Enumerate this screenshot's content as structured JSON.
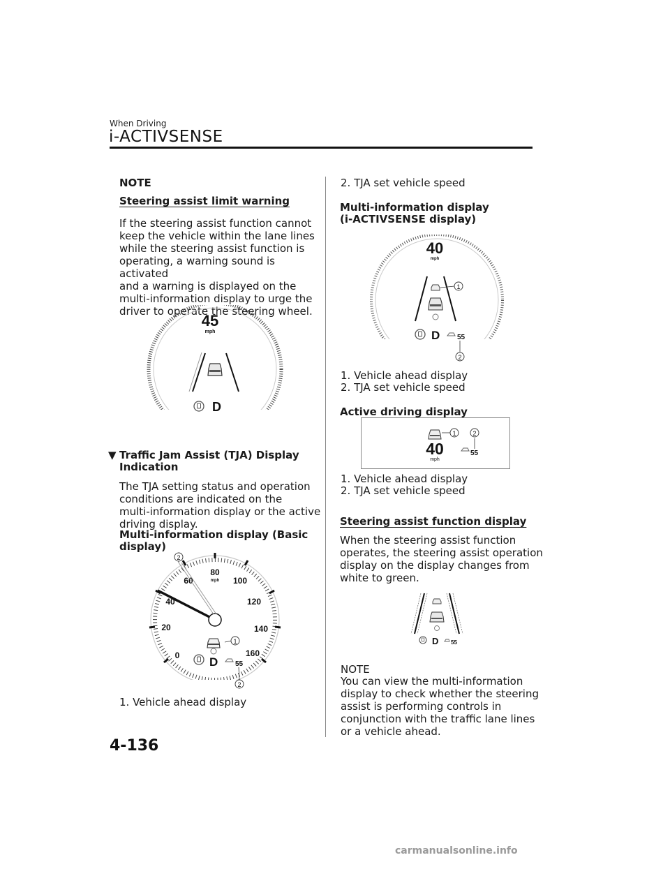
{
  "header": {
    "section_small": "When Driving",
    "section_title": "i-ACTIVSENSE"
  },
  "left": {
    "note1_label": "NOTE",
    "note1_heading": "Steering assist limit warning",
    "note1_lines": [
      "If the steering assist function cannot",
      "keep the vehicle within the lane lines",
      "while the steering assist function is",
      "operating, a warning sound is activated",
      "and a warning is displayed on the",
      "multi-information display to urge the",
      "driver to operate the steering wheel."
    ],
    "fig1": {
      "speed": "45",
      "unit": "mph",
      "gear": "D"
    },
    "tja_marker": "▼",
    "tja_heading_line1": "Traffic Jam Assist (TJA) Display",
    "tja_heading_line2": "Indication",
    "tja_lines": [
      "The TJA setting status and operation",
      "conditions are indicated on the",
      "multi-information display or the active",
      "driving display."
    ],
    "basic_heading_line1": "Multi-information display (Basic",
    "basic_heading_line2": "display)",
    "fig2": {
      "ticks": [
        "0",
        "20",
        "40",
        "60",
        "80",
        "100",
        "120",
        "140",
        "160"
      ],
      "unit": "mph",
      "gear": "D",
      "set_speed": "55",
      "callout1": "1",
      "callout2": "2",
      "callout3": "2"
    },
    "caption_1": "1.  Vehicle ahead display"
  },
  "right": {
    "caption_2": "2.  TJA set vehicle speed",
    "ia_heading_line1": "Multi-information display",
    "ia_heading_line2": "(i-ACTIVSENSE display)",
    "fig3": {
      "speed": "40",
      "unit": "mph",
      "gear": "D",
      "set_speed": "55",
      "callout1": "1",
      "callout2": "2"
    },
    "fig3_captions": [
      "1.  Vehicle ahead display",
      "2.  TJA set vehicle speed"
    ],
    "add_heading": "Active driving display",
    "fig4": {
      "speed": "40",
      "unit": "mph",
      "set_speed": "55",
      "callout1": "1",
      "callout2": "2"
    },
    "fig4_captions": [
      "1.  Vehicle ahead display",
      "2.  TJA set vehicle speed"
    ],
    "sa_heading": "Steering assist function display",
    "sa_lines": [
      "When the steering assist function",
      "operates, the steering assist operation",
      "display on the display changes from",
      "white to green."
    ],
    "fig5": {
      "gear": "D",
      "set_speed": "55"
    },
    "note2_label": "NOTE",
    "note2_lines": [
      "You can view the multi-information",
      "display to check whether the steering",
      "assist is performing controls in",
      "conjunction with the traffic lane lines",
      "or a vehicle ahead."
    ]
  },
  "page_number": "4-136",
  "footer": "carmanualsonline.info"
}
